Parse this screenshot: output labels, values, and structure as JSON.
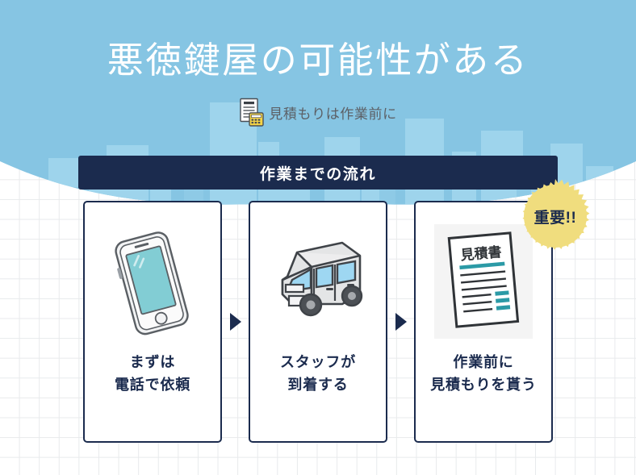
{
  "page": {
    "title": "悪徳鍵屋の可能性がある",
    "subtitle": "見積もりは作業前に",
    "subtitle_icon": "estimate-document-calculator-icon",
    "banner_label": "作業までの流れ",
    "badge_label": "重要!!"
  },
  "colors": {
    "sky": "#86c5e3",
    "sky_building": "#9ed4ec",
    "navy": "#1b2b4e",
    "badge_yellow": "#f0dd7e",
    "grid_line": "#e8eaec",
    "teal": "#82cdd4",
    "card_bg": "#ffffff",
    "title_text": "#ffffff",
    "subtitle_text": "#5c6066"
  },
  "flow": {
    "arrow_icon": "triangle-right-icon",
    "steps": [
      {
        "icon": "smartphone-icon",
        "line1": "まずは",
        "line2": "電話で依頼"
      },
      {
        "icon": "van-icon",
        "line1": "スタッフが",
        "line2": "到着する"
      },
      {
        "icon": "quotation-document-icon",
        "doc_heading": "見積書",
        "line1": "作業前に",
        "line2": "見積もりを貰う"
      }
    ]
  }
}
